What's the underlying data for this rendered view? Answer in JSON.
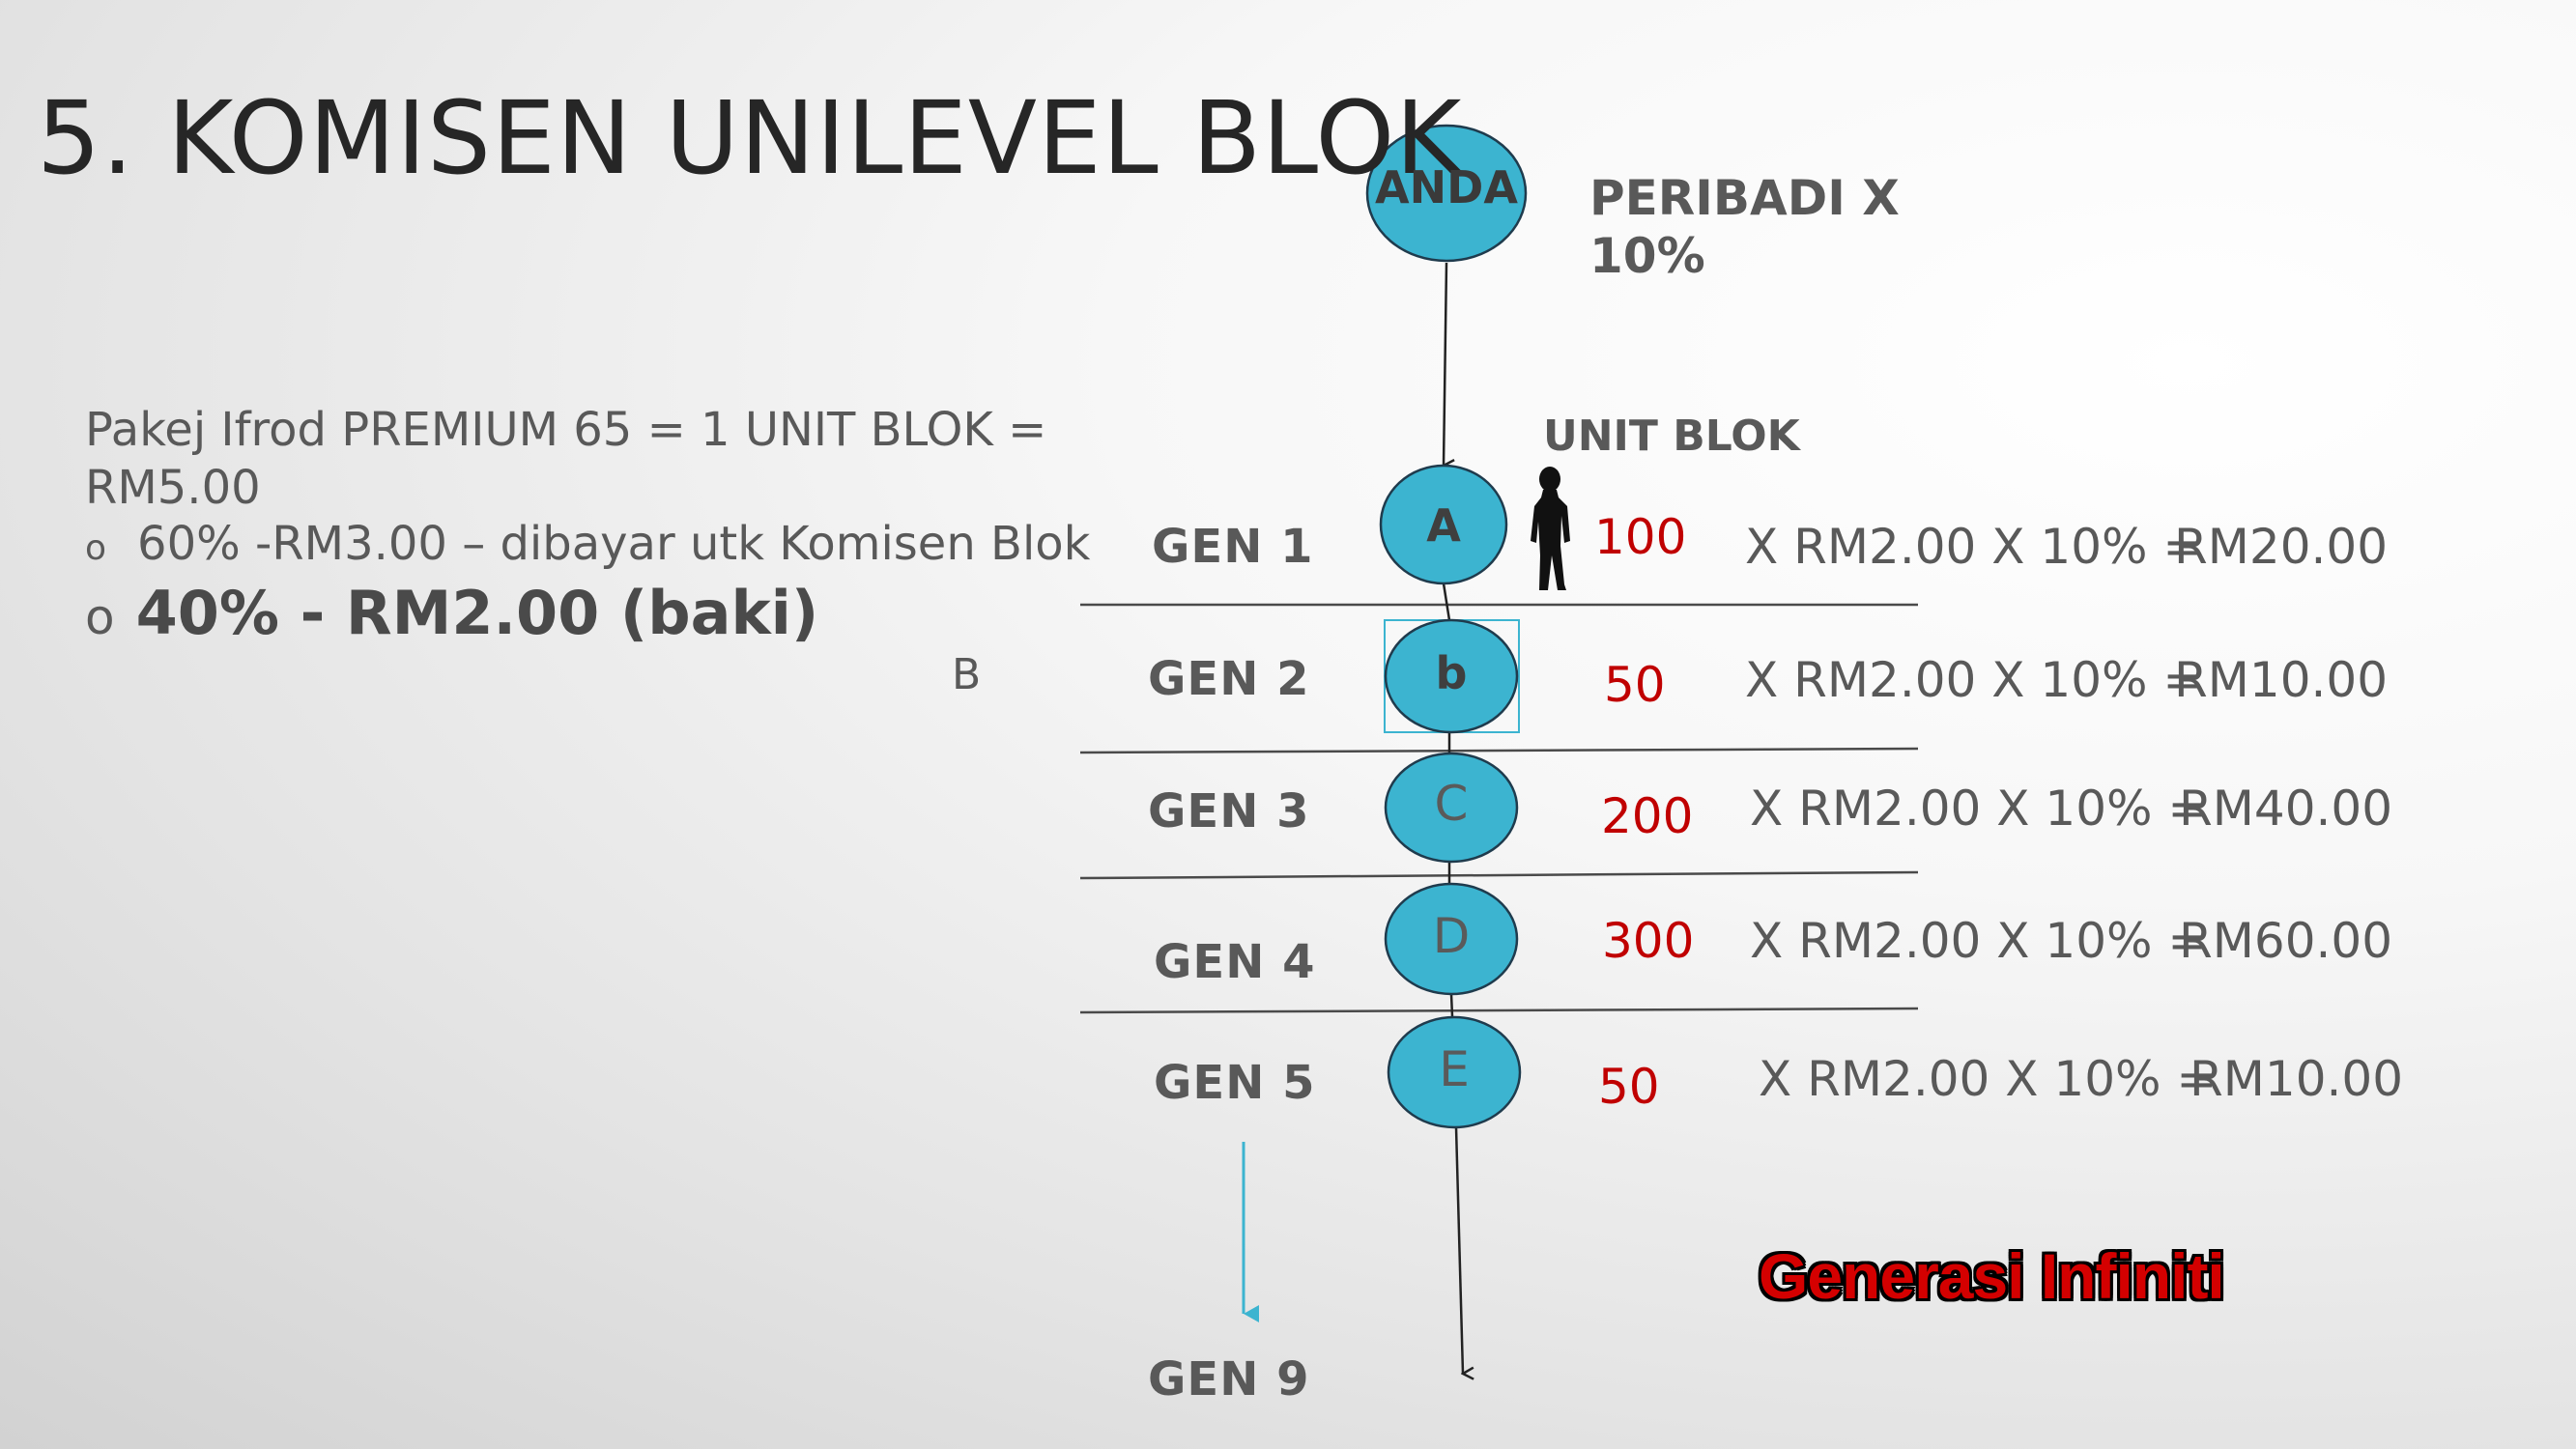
{
  "title": "5. KOMISEN UNILEVEL BLOK",
  "intro": {
    "line1": "Pakej Ifrod PREMIUM 65 = 1 UNIT BLOK =",
    "line2": "RM5.00",
    "bullet1": "60% -RM3.00 – dibayar utk Komisen Blok",
    "bullet2": "40% - RM2.00 (baki)",
    "bullet_marker": "o"
  },
  "stray_label": "B",
  "top_node": {
    "label": "ANDA",
    "peribadi_line1": "PERIBADI X",
    "peribadi_line2": "10%"
  },
  "unit_header": "UNIT BLOK",
  "rows": [
    {
      "gen": "GEN  1",
      "node": "A",
      "units": "100",
      "calc": "X RM2.00 X 10% =",
      "result": "RM20.00"
    },
    {
      "gen": "GEN 2",
      "node": "b",
      "units": "50",
      "calc": "X RM2.00 X 10% =",
      "result": "RM10.00"
    },
    {
      "gen": "GEN  3",
      "node": "C",
      "units": "200",
      "calc": "X RM2.00 X 10% =",
      "result": "RM40.00"
    },
    {
      "gen": "GEN  4",
      "node": "D",
      "units": "300",
      "calc": "X RM2.00 X 10% =",
      "result": "RM60.00"
    },
    {
      "gen": "GEN  5",
      "node": "E",
      "units": "50",
      "calc": "X RM2.00 X 10% =",
      "result": "RM10.00"
    }
  ],
  "last_gen": "GEN  9",
  "brand": "Generasi Infiniti",
  "colors": {
    "node_fill": "#3cb4d0",
    "node_stroke": "#1f3b4d",
    "units": "#c00000",
    "brand": "#d40000",
    "arrow_cyan": "#3cb4d0"
  },
  "icons": {
    "person": "person-silhouette-icon"
  }
}
